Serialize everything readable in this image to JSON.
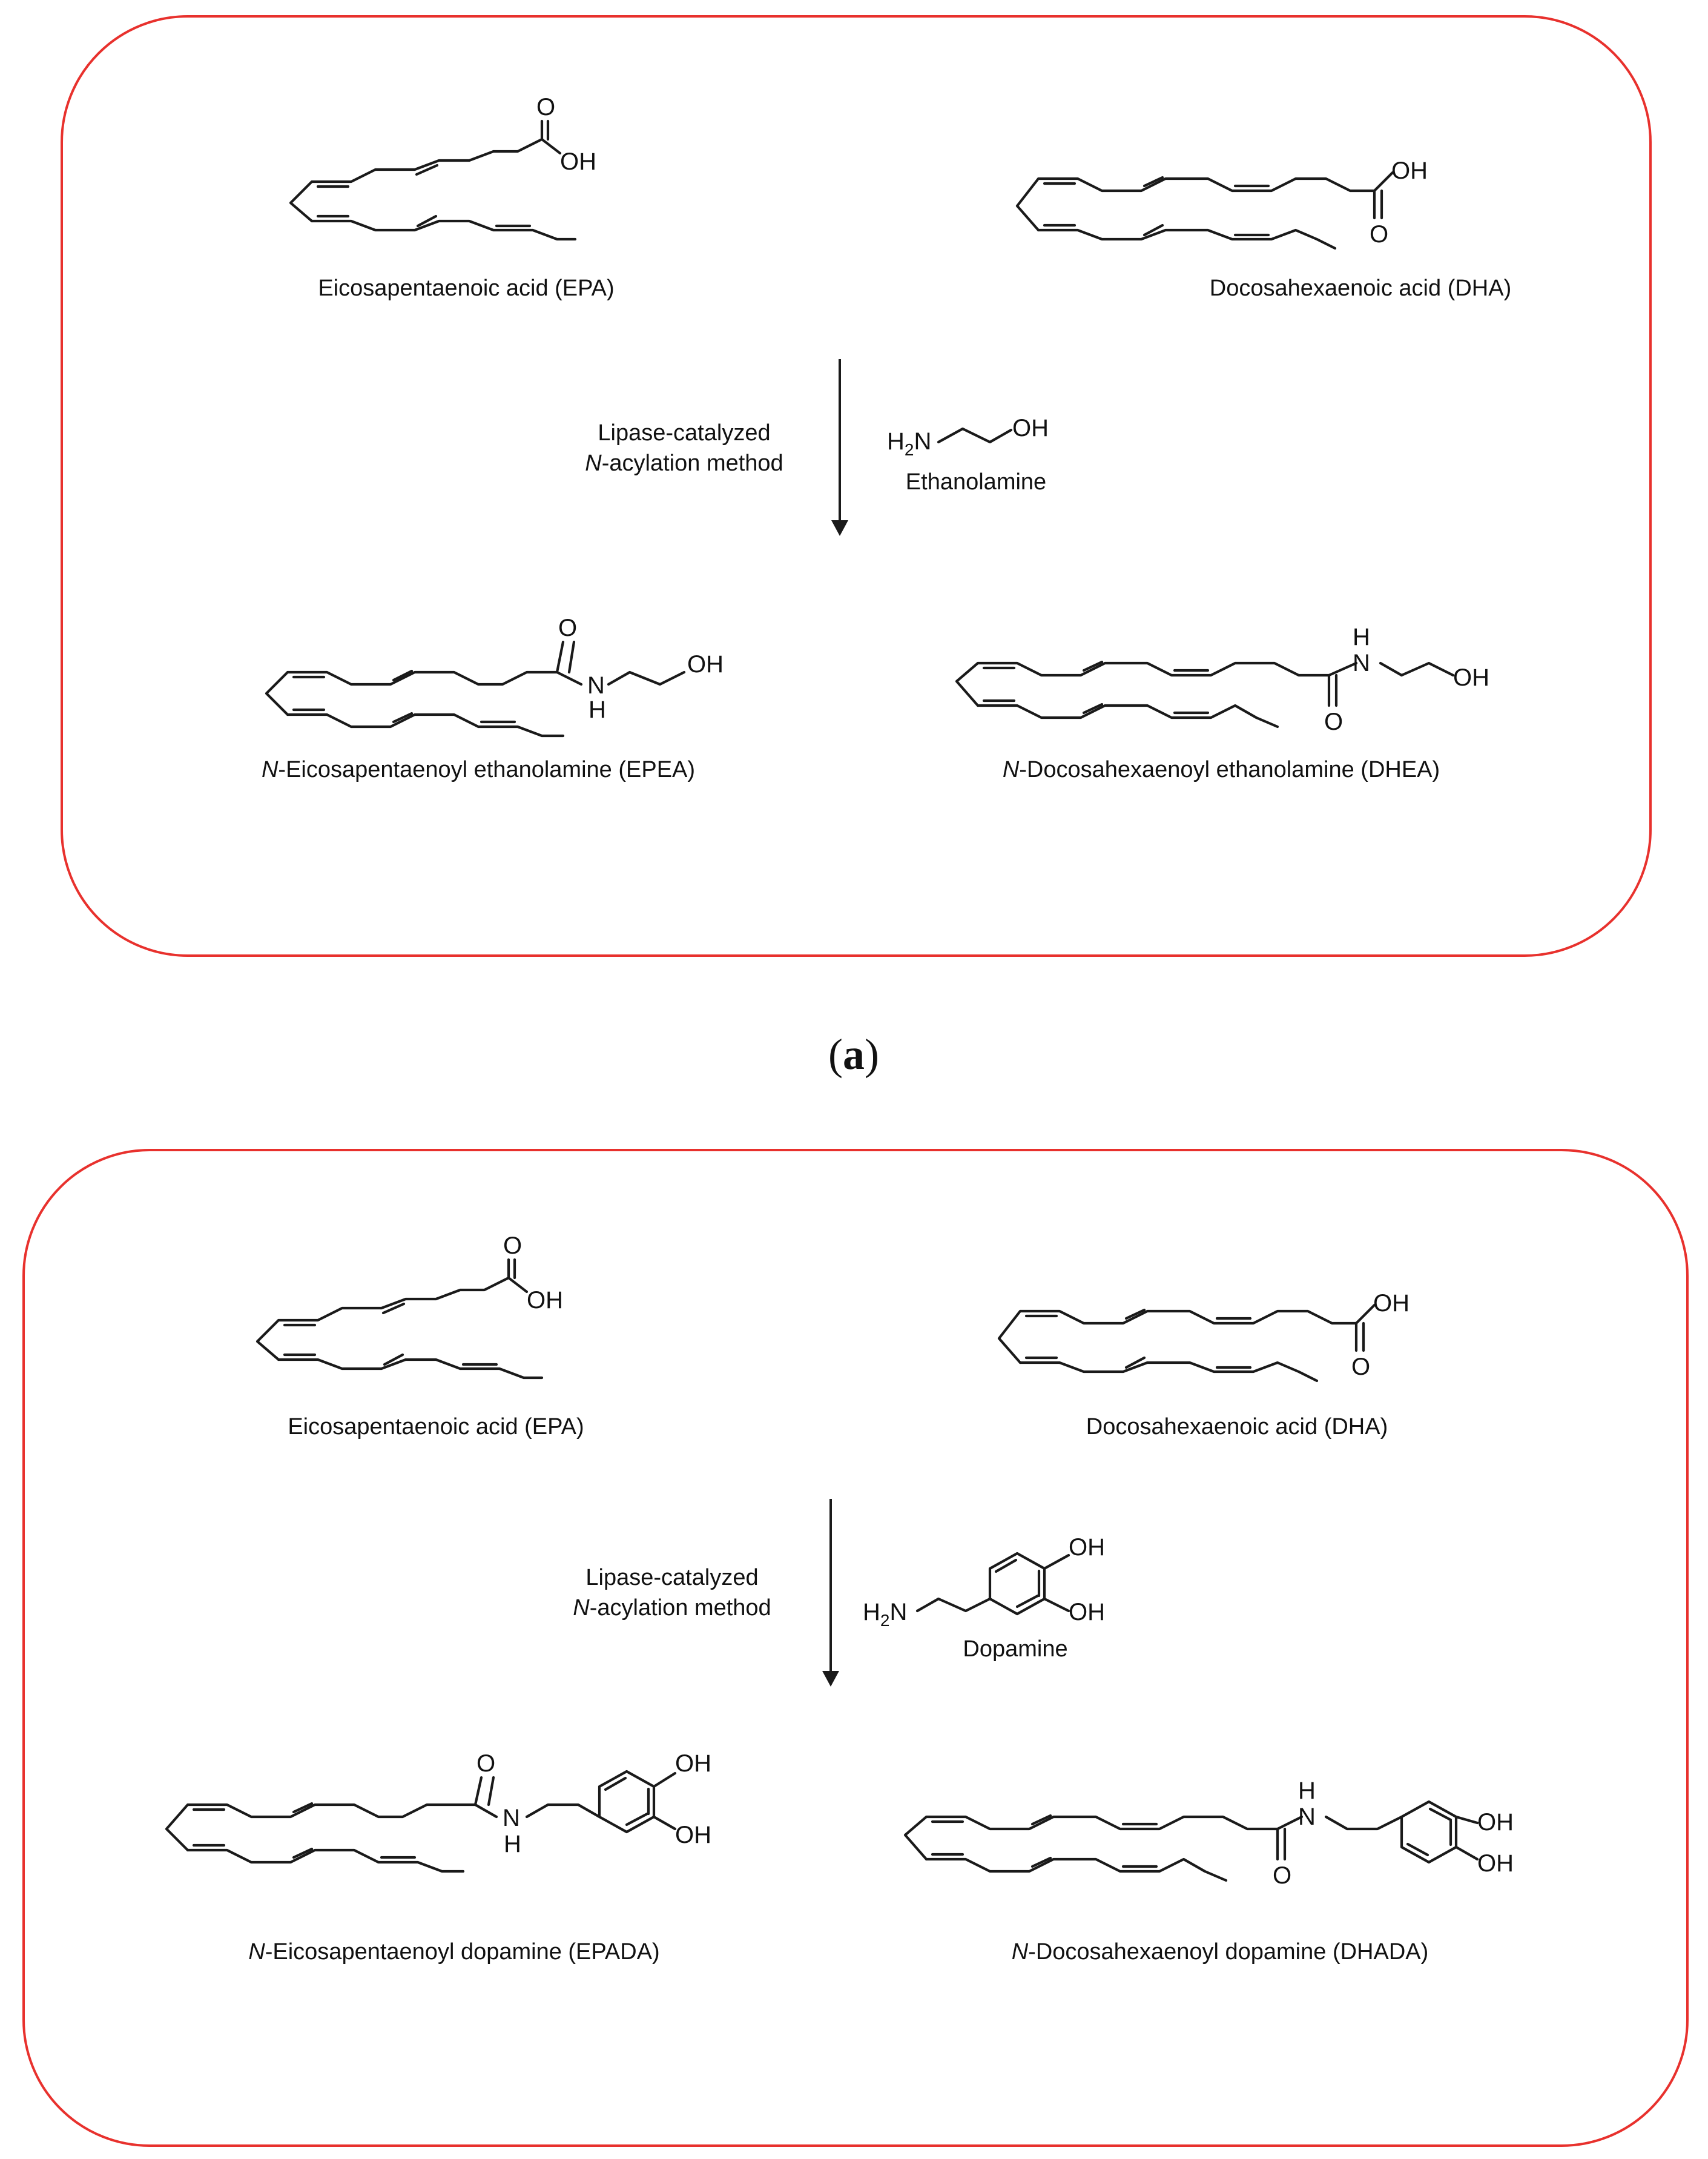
{
  "panel_a": {
    "label_open": "(",
    "label_letter": "a",
    "label_close": ")",
    "epa_name": "Eicosapentaenoic acid (EPA)",
    "dha_name": "Docosahexaenoic acid (DHA)",
    "condition_line1": "Lipase-catalyzed",
    "condition_line2_prefix": "N",
    "condition_line2_rest": "-acylation method",
    "reagent_name": "Ethanolamine",
    "product1_prefix": "N",
    "product1_rest": "-Eicosapentaenoyl ethanolamine (EPEA)",
    "product2_prefix": "N",
    "product2_rest": "-Docosahexaenoyl ethanolamine (DHEA)"
  },
  "panel_b": {
    "epa_name": "Eicosapentaenoic acid (EPA)",
    "dha_name": "Docosahexaenoic acid (DHA)",
    "condition_line1": "Lipase-catalyzed",
    "condition_line2_prefix": "N",
    "condition_line2_rest": "-acylation method",
    "reagent_name": "Dopamine",
    "product1_prefix": "N",
    "product1_rest": "-Eicosapentaenoyl dopamine (EPADA)",
    "product2_prefix": "N",
    "product2_rest": "-Docosahexaenoyl dopamine (DHADA)"
  },
  "atoms": {
    "O": "O",
    "OH": "OH",
    "H": "H",
    "N": "N",
    "H2N_H": "H",
    "H2N_2": "2",
    "H2N_N": "N"
  },
  "colors": {
    "panel_border": "#e8312d",
    "structure": "#1a1a1a"
  }
}
